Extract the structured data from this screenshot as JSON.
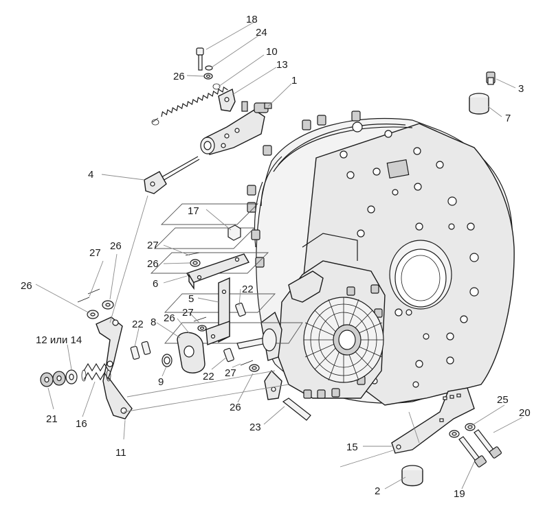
{
  "callouts": [
    {
      "id": "c18",
      "text": "18"
    },
    {
      "id": "c24",
      "text": "24"
    },
    {
      "id": "c10",
      "text": "10"
    },
    {
      "id": "c26a",
      "text": "26"
    },
    {
      "id": "c13",
      "text": "13"
    },
    {
      "id": "c1",
      "text": "1"
    },
    {
      "id": "c3",
      "text": "3"
    },
    {
      "id": "c7",
      "text": "7"
    },
    {
      "id": "c4",
      "text": "4"
    },
    {
      "id": "c17",
      "text": "17"
    },
    {
      "id": "c27a",
      "text": "27"
    },
    {
      "id": "c26b",
      "text": "26"
    },
    {
      "id": "c27b",
      "text": "27"
    },
    {
      "id": "c26c",
      "text": "26"
    },
    {
      "id": "c26d",
      "text": "26"
    },
    {
      "id": "c6",
      "text": "6"
    },
    {
      "id": "c22a",
      "text": "22"
    },
    {
      "id": "c5",
      "text": "5"
    },
    {
      "id": "c27c",
      "text": "27"
    },
    {
      "id": "c22b",
      "text": "22"
    },
    {
      "id": "c8",
      "text": "8"
    },
    {
      "id": "c26e",
      "text": "26"
    },
    {
      "id": "c12",
      "text": "12 или 14"
    },
    {
      "id": "c9",
      "text": "9"
    },
    {
      "id": "c22c",
      "text": "22"
    },
    {
      "id": "c27d",
      "text": "27"
    },
    {
      "id": "c21",
      "text": "21"
    },
    {
      "id": "c16",
      "text": "16"
    },
    {
      "id": "c26f",
      "text": "26"
    },
    {
      "id": "c23",
      "text": "23"
    },
    {
      "id": "c25",
      "text": "25"
    },
    {
      "id": "c20",
      "text": "20"
    },
    {
      "id": "c15",
      "text": "15"
    },
    {
      "id": "c11",
      "text": "11"
    },
    {
      "id": "c2",
      "text": "2"
    },
    {
      "id": "c19",
      "text": "19"
    }
  ]
}
